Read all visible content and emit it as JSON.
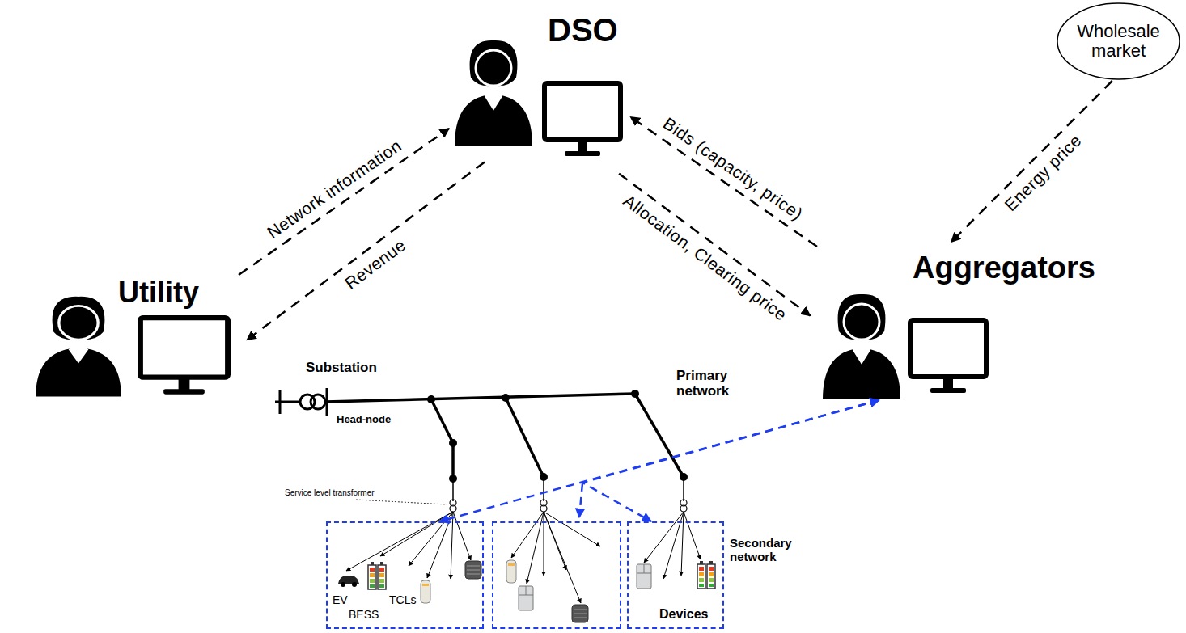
{
  "diagram": {
    "nodes": [
      {
        "text": [
          "DSO"
        ]
      },
      {
        "text": [
          "Wholesale market"
        ]
      },
      {
        "text": [
          "Utility"
        ]
      },
      {
        "text": [
          "Aggregators"
        ]
      },
      {
        "text": [
          "EV",
          "BESS",
          "TCLs"
        ]
      },
      {
        "text": [
          "Devices"
        ]
      }
    ],
    "edges": [
      {
        "from": 2,
        "to": 0,
        "label": "Network information",
        "arrow": "to"
      },
      {
        "from": 0,
        "to": 2,
        "label": "Revenue",
        "arrow": "to"
      },
      {
        "from": 3,
        "to": 0,
        "label": "Bids (capacity, price)",
        "arrow": "to"
      },
      {
        "from": 0,
        "to": 3,
        "label": "Allocation, Clearing price",
        "arrow": "to"
      },
      {
        "from": 1,
        "to": 3,
        "label": "Energy price",
        "arrow": "to"
      },
      {
        "from": 3,
        "to": 4,
        "arrow": "both"
      },
      {
        "from": 3,
        "to": 5,
        "arrow": "both"
      }
    ],
    "labels": [
      "Substation",
      "Head-node",
      "Primary network",
      "Service level transformer",
      "Secondary network"
    ]
  }
}
